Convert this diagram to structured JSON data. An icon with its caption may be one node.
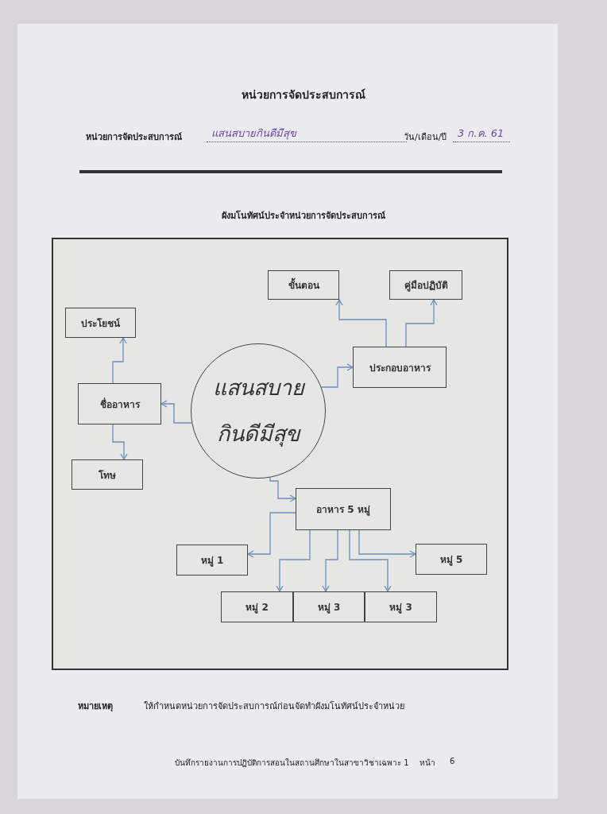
{
  "diagram": {
    "title": "หน่วยการจัดประสบการณ์",
    "nodes": [
      {
        "text": [
          "ขั้นตอน"
        ]
      },
      {
        "text": [
          "คู่มือปฏิบัติ"
        ]
      },
      {
        "text": [
          "ประโยชน์"
        ]
      },
      {
        "text": [
          "ประกอบอาหาร"
        ]
      },
      {
        "text": [
          "แสนสบาย กินดีมีสุข"
        ]
      },
      {
        "text": [
          "ชื่ออาหาร"
        ]
      },
      {
        "text": [
          "โทษ"
        ]
      },
      {
        "text": [
          "อาหาร 5 หมู่"
        ]
      },
      {
        "text": [
          "หมู่ 1"
        ]
      },
      {
        "text": [
          "หมู่ 5"
        ]
      },
      {
        "text": [
          "หมู่ 2"
        ]
      },
      {
        "text": [
          "หมู่ 3"
        ]
      },
      {
        "text": [
          "หมู่ 3"
        ]
      }
    ],
    "edges": [
      {
        "from": 4,
        "to": 5,
        "arrow": "to"
      },
      {
        "from": 5,
        "to": 2,
        "arrow": "to"
      },
      {
        "from": 5,
        "to": 6,
        "arrow": "to"
      },
      {
        "from": 4,
        "to": 3,
        "arrow": "to"
      },
      {
        "from": 3,
        "to": 0,
        "arrow": "to"
      },
      {
        "from": 3,
        "to": 1,
        "arrow": "to"
      },
      {
        "from": 4,
        "to": 7,
        "arrow": "to"
      },
      {
        "from": 7,
        "to": 8,
        "arrow": "to"
      },
      {
        "from": 7,
        "to": 10,
        "arrow": "to"
      },
      {
        "from": 7,
        "to": 11,
        "arrow": "to"
      },
      {
        "from": 7,
        "to": 12,
        "arrow": "to"
      },
      {
        "from": 7,
        "to": 9,
        "arrow": "to"
      }
    ],
    "labels": [
      "หน่วยการจัดประสบการณ์",
      "แสนสบายกินดีมีสุข",
      "วัน/เดือน/ปี",
      "3 ก.ค. 61",
      "ผังมโนทัศน์ประจำหน่วยการจัดประสบการณ์",
      "หมายเหตุ",
      "ให้กำหนดหน่วยการจัดประสบการณ์ก่อนจัดทำผังมโนทัศน์ประจำหน่วย",
      "บันทึกรายงานการปฏิบัติการสอนในสถานศึกษาในสาขาวิชาเฉพาะ 1",
      "หน้า",
      "6"
    ]
  }
}
